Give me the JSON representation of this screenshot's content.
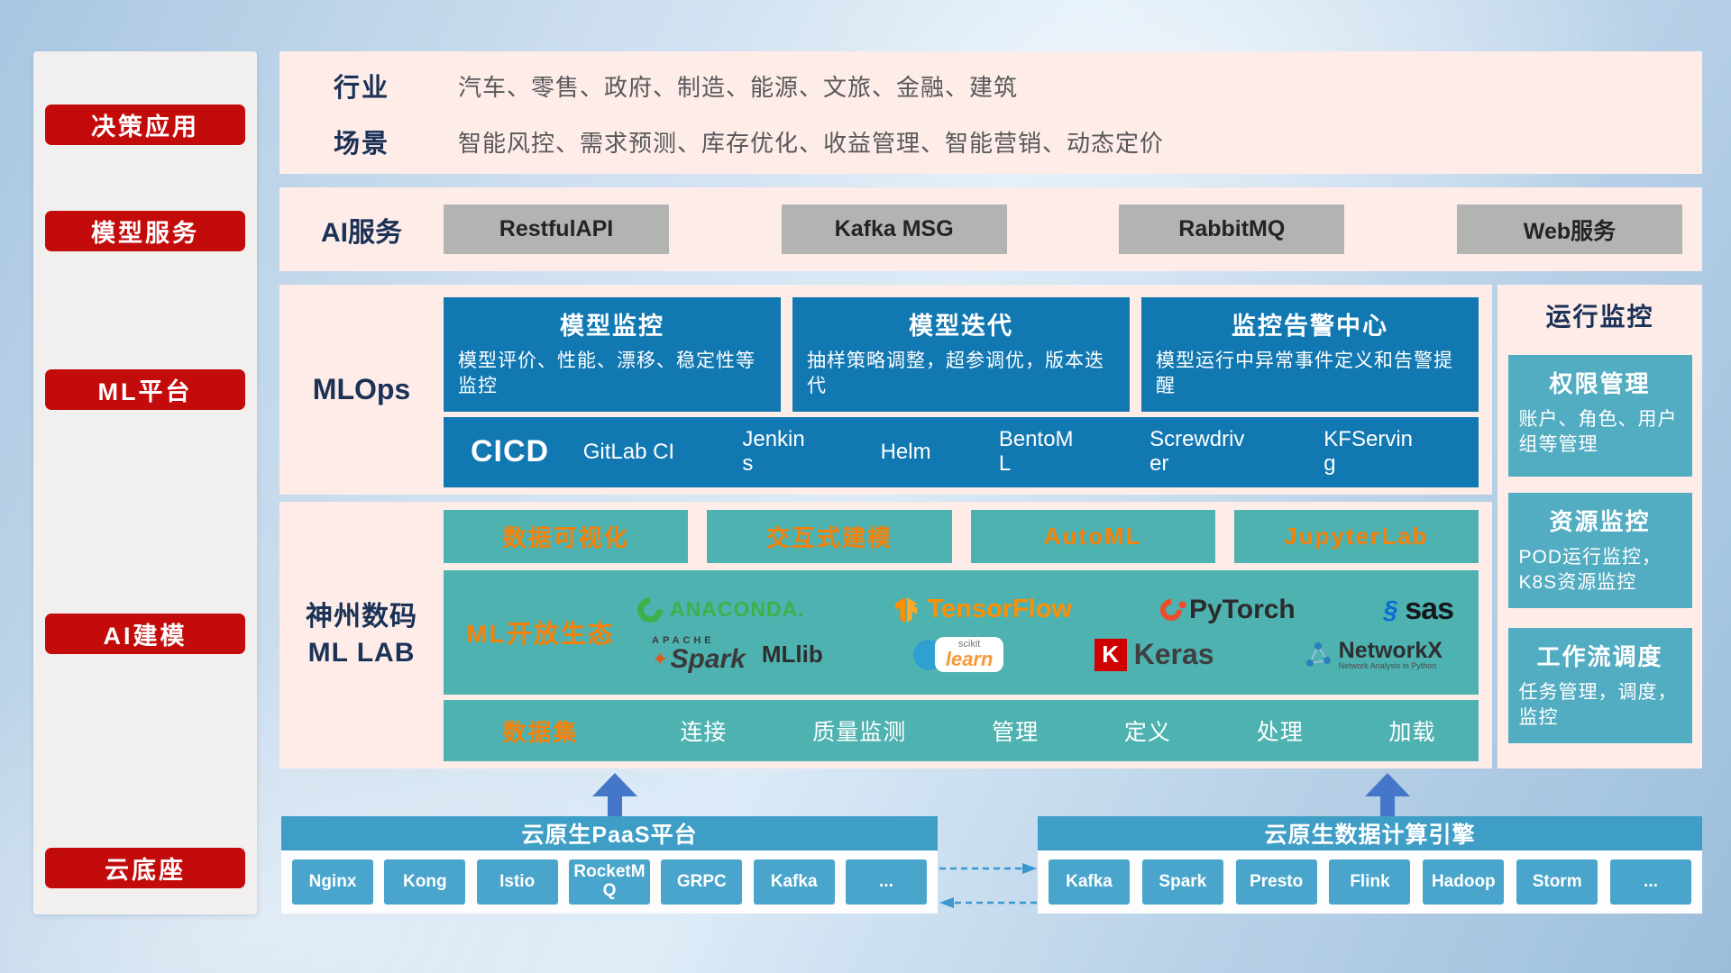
{
  "sidebar": {
    "items": [
      {
        "label": "决策应用"
      },
      {
        "label": "模型服务"
      },
      {
        "label": "ML平台"
      },
      {
        "label": "AI建模"
      },
      {
        "label": "云底座"
      }
    ]
  },
  "industry": {
    "rows": [
      {
        "label": "行业",
        "text": "汽车、零售、政府、制造、能源、文旅、金融、建筑"
      },
      {
        "label": "场景",
        "text": "智能风控、需求预测、库存优化、收益管理、智能营销、动态定价"
      }
    ]
  },
  "ai_service": {
    "label": "AI服务",
    "buttons": [
      {
        "label": "RestfulAPI"
      },
      {
        "label": "Kafka MSG"
      },
      {
        "label": "RabbitMQ"
      },
      {
        "label": "Web服务"
      }
    ]
  },
  "mlops": {
    "label": "MLOps",
    "cards": [
      {
        "title": "模型监控",
        "desc": "模型评价、性能、漂移、稳定性等监控"
      },
      {
        "title": "模型迭代",
        "desc": "抽样策略调整，超参调优，版本迭代"
      },
      {
        "title": "监控告警中心",
        "desc": "模型运行中异常事件定义和告警提醒"
      }
    ],
    "cicd": {
      "title": "CICD",
      "tools": [
        {
          "label": "GitLab CI"
        },
        {
          "label": "Jenkins"
        },
        {
          "label": "Helm"
        },
        {
          "label": "BentoML"
        },
        {
          "label": "Screwdriver"
        },
        {
          "label": "KFServing"
        }
      ]
    }
  },
  "ml_lab": {
    "label_line1": "神州数码",
    "label_line2": "ML LAB",
    "feature_buttons": [
      {
        "label": "数据可视化"
      },
      {
        "label": "交互式建模"
      },
      {
        "label": "AutoML"
      },
      {
        "label": "JupyterLab"
      }
    ],
    "ecosystem": {
      "label": "ML开放生态",
      "anaconda": "ANACONDA.",
      "tensorflow": "TensorFlow",
      "pytorch": "PyTorch",
      "sas": "sas",
      "spark_apache": "APACHE",
      "spark": "Spark",
      "mllib": "MLlib",
      "scikit": "scikit",
      "learn": "learn",
      "keras_k": "K",
      "keras": "Keras",
      "networkx": "NetworkX",
      "networkx_sub": "Network Analysis in Python"
    },
    "dataset": {
      "label": "数据集",
      "items": [
        {
          "label": "连接"
        },
        {
          "label": "质量监测"
        },
        {
          "label": "管理"
        },
        {
          "label": "定义"
        },
        {
          "label": "处理"
        },
        {
          "label": "加载"
        }
      ]
    }
  },
  "monitoring": {
    "title": "运行监控",
    "cards": [
      {
        "title": "权限管理",
        "desc": "账户、角色、用户组等管理"
      },
      {
        "title": "资源监控",
        "desc": "POD运行监控，K8S资源监控"
      },
      {
        "title": "工作流调度",
        "desc": "任务管理，调度，监控"
      }
    ]
  },
  "cloud": {
    "paas": {
      "title": "云原生PaaS平台",
      "chips": [
        {
          "label": "Nginx"
        },
        {
          "label": "Kong"
        },
        {
          "label": "Istio"
        },
        {
          "label": "RocketMQ"
        },
        {
          "label": "GRPC"
        },
        {
          "label": "Kafka"
        },
        {
          "label": "..."
        }
      ]
    },
    "engine": {
      "title": "云原生数据计算引擎",
      "chips": [
        {
          "label": "Kafka"
        },
        {
          "label": "Spark"
        },
        {
          "label": "Presto"
        },
        {
          "label": "Flink"
        },
        {
          "label": "Hadoop"
        },
        {
          "label": "Storm"
        },
        {
          "label": "..."
        }
      ]
    }
  },
  "colors": {
    "accent_red": "#c40b0b",
    "panel_pink": "#fdece8",
    "card_blue": "#1178b2",
    "teal": "#4db2b0",
    "orange": "#f5820b",
    "monitor_teal": "#53adc2",
    "bar_blue": "#3f9ec6",
    "chip_blue": "#4aa5cc"
  }
}
